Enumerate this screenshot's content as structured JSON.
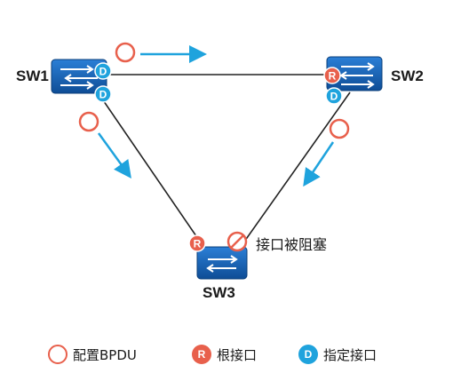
{
  "switches": {
    "sw1": "SW1",
    "sw2": "SW2",
    "sw3": "SW3"
  },
  "port_marks": {
    "root": "R",
    "designated": "D"
  },
  "blocked_label": "接口被阻塞",
  "legend": {
    "bpdu": "配置BPDU",
    "root_port": "根接口",
    "designated_port": "指定接口"
  },
  "colors": {
    "switch_blue": "#1565b8",
    "switch_dark": "#0b3f7a",
    "bpdu_ring": "#e8604c",
    "root_port": "#e8604c",
    "designated_port": "#1fa3dd",
    "arrow": "#1fa3dd",
    "link": "#222222"
  },
  "icons": [
    "switch-icon",
    "bpdu-circle-icon",
    "blocked-port-icon",
    "arrow-icon"
  ]
}
